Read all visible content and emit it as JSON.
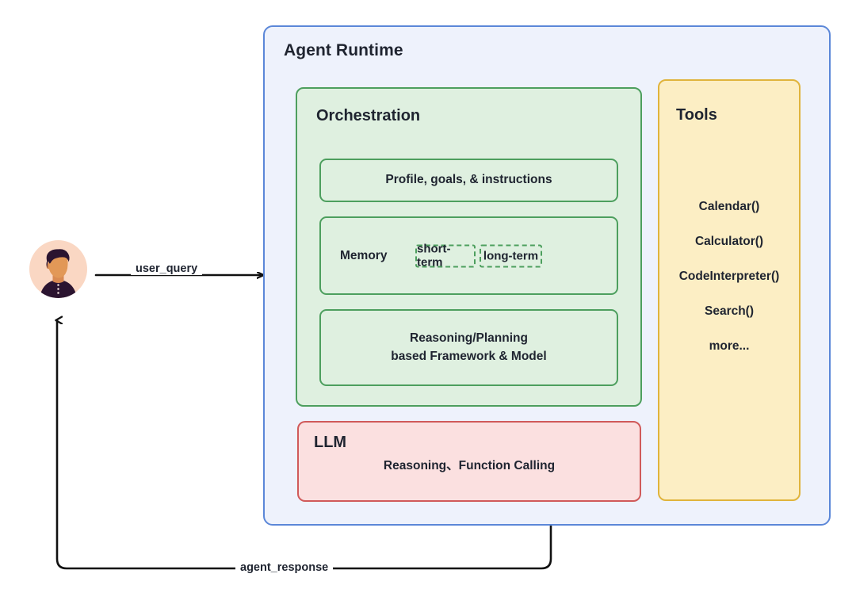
{
  "diagram": {
    "title": "Agent Runtime architecture diagram",
    "colors": {
      "runtime_border": "#5b87d8",
      "runtime_fill": "#eef2fc",
      "orchestration_border": "#4d9f5e",
      "orchestration_fill": "#dff0e0",
      "llm_border": "#d05a5a",
      "llm_fill": "#fbe0e0",
      "tools_border": "#e0b43c",
      "tools_fill": "#fceec4",
      "avatar_bg": "#fad7c3",
      "connector": "#111111"
    }
  },
  "runtime": {
    "title": "Agent Runtime"
  },
  "orchestration": {
    "title": "Orchestration",
    "profile": {
      "label": "Profile, goals, & instructions"
    },
    "memory": {
      "label": "Memory",
      "chips": [
        {
          "label": "short-term"
        },
        {
          "label": "long-term"
        }
      ]
    },
    "reasoning": {
      "line1": "Reasoning/Planning",
      "line2": "based Framework & Model"
    }
  },
  "llm": {
    "title": "LLM",
    "subtitle": "Reasoning、Function Calling"
  },
  "tools": {
    "title": "Tools",
    "items": [
      {
        "label": "Calendar()"
      },
      {
        "label": "Calculator()"
      },
      {
        "label": "CodeInterpreter()"
      },
      {
        "label": "Search()"
      },
      {
        "label": "more..."
      }
    ]
  },
  "user": {
    "avatar_alt": "user-avatar"
  },
  "edges": {
    "request_label": "user_query",
    "response_label": "agent_response"
  }
}
